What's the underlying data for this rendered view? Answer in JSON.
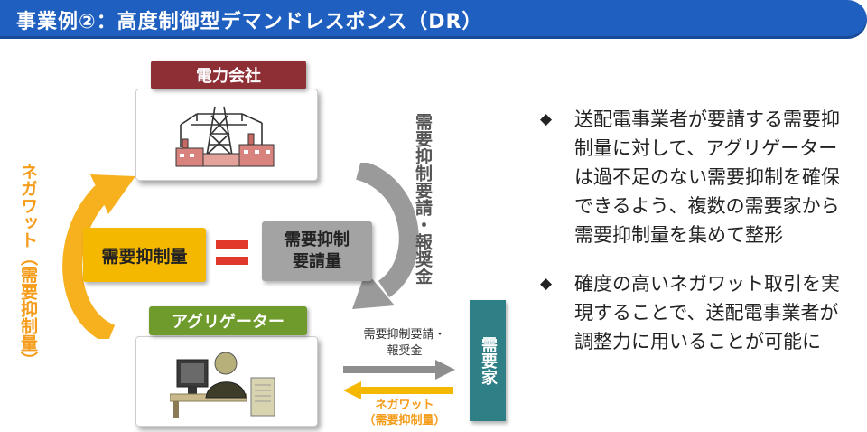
{
  "header": {
    "title": "事業例②：高度制御型デマンドレスポンス（DR）"
  },
  "diagram": {
    "power_company": "電力会社",
    "aggregator": "アグリゲーター",
    "consumer": "需要家",
    "vertical_left": "ネガワット（需要抑制量）",
    "vertical_right": "需要抑制要請・報奨金",
    "yellow_box": "需要抑制量",
    "gray_box_line1": "需要抑制",
    "gray_box_line2": "要請量",
    "small_request_line1": "需要抑制要請・",
    "small_request_line2": "報奨金",
    "small_negawatt_line1": "ネガワット",
    "small_negawatt_line2": "（需要抑制量）"
  },
  "bullets": [
    "送配電事業者が要請する需要抑制量に対して、アグリゲーターは過不足のない需要抑制を確保できるよう、複数の需要家から需要抑制量を集めて整形",
    "確度の高いネガワット取引を実現することで、送配電事業者が調整力に用いることが可能に"
  ],
  "colors": {
    "header": "#1f5fbf",
    "power": "#8e2f36",
    "aggregator": "#6f9a2c",
    "consumer": "#2f7f86",
    "yellow": "#f5b800",
    "gray": "#a3a3a3",
    "equals": "#e0392b",
    "orange": "#f59c1a"
  },
  "icons": {
    "tower": "power-plant-icon",
    "worker": "worker-at-computer-icon"
  }
}
